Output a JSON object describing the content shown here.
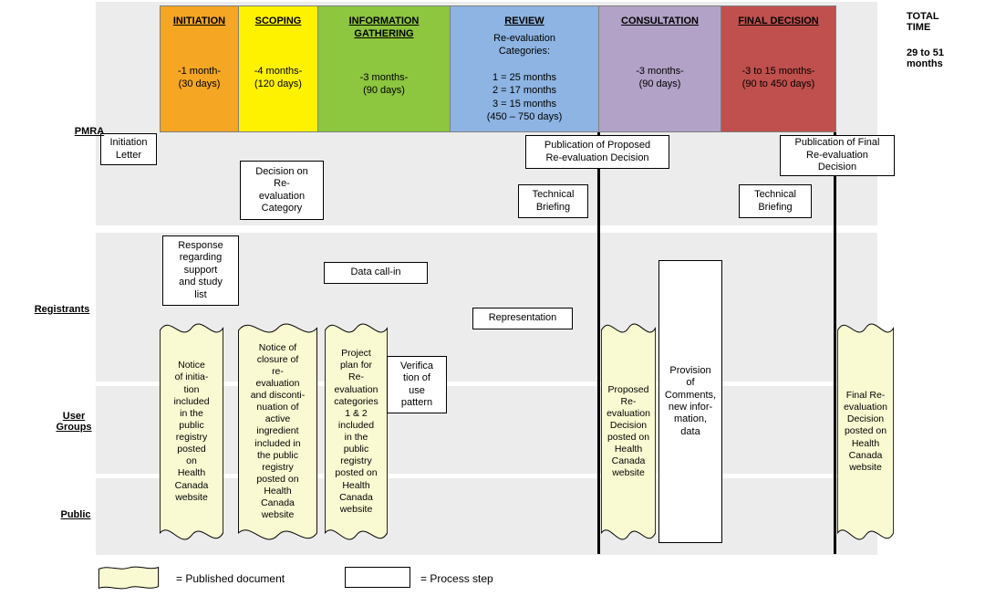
{
  "colors": {
    "band": "#ECECEC",
    "doc_fill": "#FAFAD2",
    "phase_border": "#7F7F7F"
  },
  "lanes": {
    "pmra": "PMRA",
    "registrants": "Registrants",
    "user_groups": "User\nGroups",
    "public": "Public"
  },
  "phases": [
    {
      "title": "INITIATION",
      "body": "-1 month-\n(30 days)",
      "color": "#F5A623"
    },
    {
      "title": "SCOPING",
      "body": "-4 months-\n(120 days)",
      "color": "#FFF200"
    },
    {
      "title": "INFORMATION\nGATHERING",
      "body": "-3 months-\n(90 days)",
      "color": "#8DC63F"
    },
    {
      "title": "REVIEW",
      "body": "Re-evaluation\nCategories:\n\n1 = 25 months\n2 = 17 months\n3 = 15 months\n(450 – 750 days)",
      "color": "#8DB4E2"
    },
    {
      "title": "CONSULTATION",
      "body": "-3 months-\n(90 days)",
      "color": "#B2A2C7"
    },
    {
      "title": "FINAL DECISION",
      "body": "-3 to 15 months-\n(90 to 450 days)",
      "color": "#C0504D"
    }
  ],
  "total_time": {
    "label": "TOTAL\nTIME",
    "value": "29 to 51\nmonths"
  },
  "steps": {
    "initiation_letter": "Initiation\nLetter",
    "decision_category": "Decision on\nRe-\nevaluation\nCategory",
    "pub_proposed": "Publication of Proposed\nRe-evaluation Decision",
    "pub_final": "Publication of Final\nRe-evaluation\nDecision",
    "tech_briefing_review": "Technical\nBriefing",
    "tech_briefing_final": "Technical\nBriefing",
    "response_support": "Response\nregarding\nsupport\nand study\nlist",
    "data_call_in": "Data call-in",
    "representation": "Representation",
    "verification": "Verifica\ntion of\nuse\npattern",
    "provision": "Provision\nof\nComments,\nnew infor-\nmation,\ndata"
  },
  "documents": {
    "notice_initiation": "Notice\nof initia-\ntion\nincluded\nin the\npublic\nregistry\nposted\non\nHealth\nCanada\nwebsite",
    "notice_closure": "Notice of\nclosure of\nre-\nevaluation\nand disconti-\nnuation of\nactive\ningredient\nincluded in\nthe public\nregistry\nposted on\nHealth\nCanada\nwebsite",
    "project_plan": "Project\nplan for\nRe-\nevaluation\ncategories\n1 & 2\nincluded\nin the\npublic\nregistry\nposted on\nHealth\nCanada\nwebsite",
    "proposed_decision": "Proposed\nRe-\nevaluation\nDecision\nposted on\nHealth\nCanada\nwebsite",
    "final_decision": "Final Re-\nevaluation\nDecision\nposted on\nHealth\nCanada\nwebsite"
  },
  "legend": {
    "published_document": "= Published document",
    "process_step": "= Process step"
  }
}
